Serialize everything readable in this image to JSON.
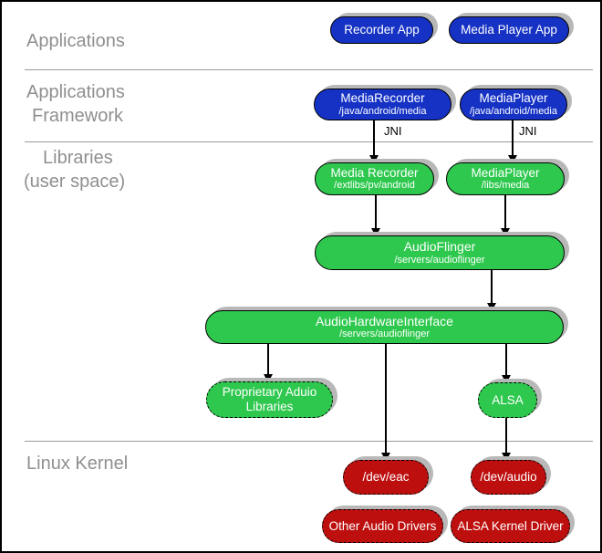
{
  "sections": {
    "applications": "Applications",
    "framework_line1": "Applications",
    "framework_line2": "Framework",
    "libraries_line1": "Libraries",
    "libraries_line2": "(user space)",
    "linux_kernel": "Linux Kernel"
  },
  "labels": {
    "jni": "JNI"
  },
  "nodes": {
    "recorder_app": {
      "title": "Recorder App"
    },
    "media_player_app": {
      "title": "Media Player App"
    },
    "media_recorder_fw": {
      "title": "MediaRecorder",
      "subtitle": "/java/android/media"
    },
    "media_player_fw": {
      "title": "MediaPlayer",
      "subtitle": "/java/android/media"
    },
    "media_recorder_lib": {
      "title": "Media Recorder",
      "subtitle": "/extlibs/pv/android"
    },
    "media_player_lib": {
      "title": "MediaPlayer",
      "subtitle": "/libs/media"
    },
    "audioflinger": {
      "title": "AudioFlinger",
      "subtitle": "/servers/audioflinger"
    },
    "audio_hw_interface": {
      "title": "AudioHardwareInterface",
      "subtitle": "/servers/audioflinger"
    },
    "proprietary_audio_libs": {
      "title": "Proprietary Aduio Libraries"
    },
    "alsa": {
      "title": "ALSA"
    },
    "dev_eac": {
      "title": "/dev/eac"
    },
    "dev_audio": {
      "title": "/dev/audio"
    },
    "other_audio_drivers": {
      "title": "Other Audio Drivers"
    },
    "alsa_kernel_driver": {
      "title": "ALSA Kernel Driver"
    }
  },
  "edges": [
    {
      "from": "media_recorder_fw",
      "to": "media_recorder_lib",
      "label": "JNI"
    },
    {
      "from": "media_player_fw",
      "to": "media_player_lib",
      "label": "JNI"
    },
    {
      "from": "media_recorder_lib",
      "to": "audioflinger",
      "label": ""
    },
    {
      "from": "media_player_lib",
      "to": "audioflinger",
      "label": ""
    },
    {
      "from": "audioflinger",
      "to": "audio_hw_interface",
      "label": ""
    },
    {
      "from": "audio_hw_interface",
      "to": "proprietary_audio_libs",
      "label": ""
    },
    {
      "from": "audio_hw_interface",
      "to": "dev_eac",
      "label": ""
    },
    {
      "from": "audio_hw_interface",
      "to": "alsa",
      "label": ""
    },
    {
      "from": "alsa",
      "to": "dev_audio",
      "label": ""
    }
  ],
  "colors": {
    "app_blue": "#1532C4",
    "lib_green": "#2EC84E",
    "kernel_red": "#BE0F0F",
    "shadow_gray": "#B8B8B8",
    "divider_gray": "#9A9A9A",
    "section_text_gray": "#8F8F8F",
    "node_text": "#FFFFFF"
  }
}
